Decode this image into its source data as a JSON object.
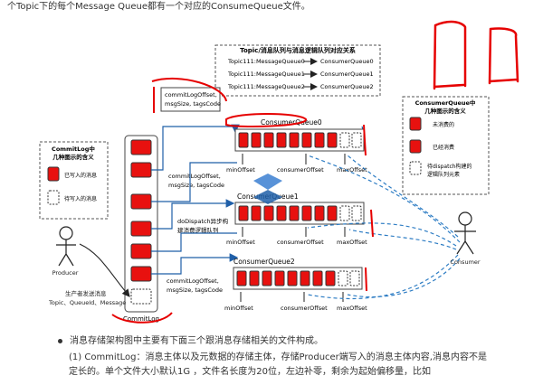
{
  "intro_text": "个Topic下的每个Message Queue都有一个对应的ConsumeQueue文件。",
  "mapping_box": {
    "title": "Topic/消息队列与消息逻辑队列对应关系",
    "rows": [
      {
        "left": "Topic111:MessageQueue0",
        "right": "ConsumerQueue0"
      },
      {
        "left": "Topic111:MessageQueue1",
        "right": "ConsumerQueue1"
      },
      {
        "left": "Topic111:MessageQueue2",
        "right": "ConsumerQueue2"
      }
    ]
  },
  "commitlog_legend": {
    "title_line1": "CommitLog中",
    "title_line2": "几种图示的含义",
    "written": "已写入的消息",
    "pending": "待写入的消息"
  },
  "consumequeue_legend": {
    "title_line1": "ConsumerQueue中",
    "title_line2": "几种图示的含义",
    "unconsumed": "未消费的",
    "consumed": "已经消费",
    "pending_line1": "待dispatch构建的",
    "pending_line2": "逻辑队列元素"
  },
  "labels": {
    "commitlog": "CommitLog",
    "producer": "Producer",
    "consumer": "Consumer",
    "producer_send_line1": "生产者发送消息",
    "producer_send_line2": "Topic、QueueId、Message",
    "dispatch_line1": "doDispatch异步构",
    "dispatch_line2": "建消费逻辑队列",
    "offset_entry_line1": "commitLogOffset,",
    "offset_entry_line2": "msgSize, tagsCode",
    "cq0": "ConsumerQueue0",
    "cq1": "ConsumerQueue1",
    "cq2": "ConsumerQueue2",
    "min_offset": "minOffset",
    "consumer_offset": "consumerOffset",
    "max_offset": "maxOffset"
  },
  "doc": {
    "bullet": "消息存储架构图中主要有下面三个跟消息存储相关的文件构成。",
    "para_line1": "(1) CommitLog：消息主体以及元数据的存储主体，存储Producer端写入的消息主体内容,消息内容不是",
    "para_line2": "定长的。单个文件大小默认1G ，文件名长度为20位，左边补零，剩余为起始偏移量，比如"
  },
  "colors": {
    "message_red": "#e8110f",
    "annotation_red": "#e60000",
    "arrow_blue": "#1f5fa8",
    "dashed_blue": "#2e7dc4"
  }
}
